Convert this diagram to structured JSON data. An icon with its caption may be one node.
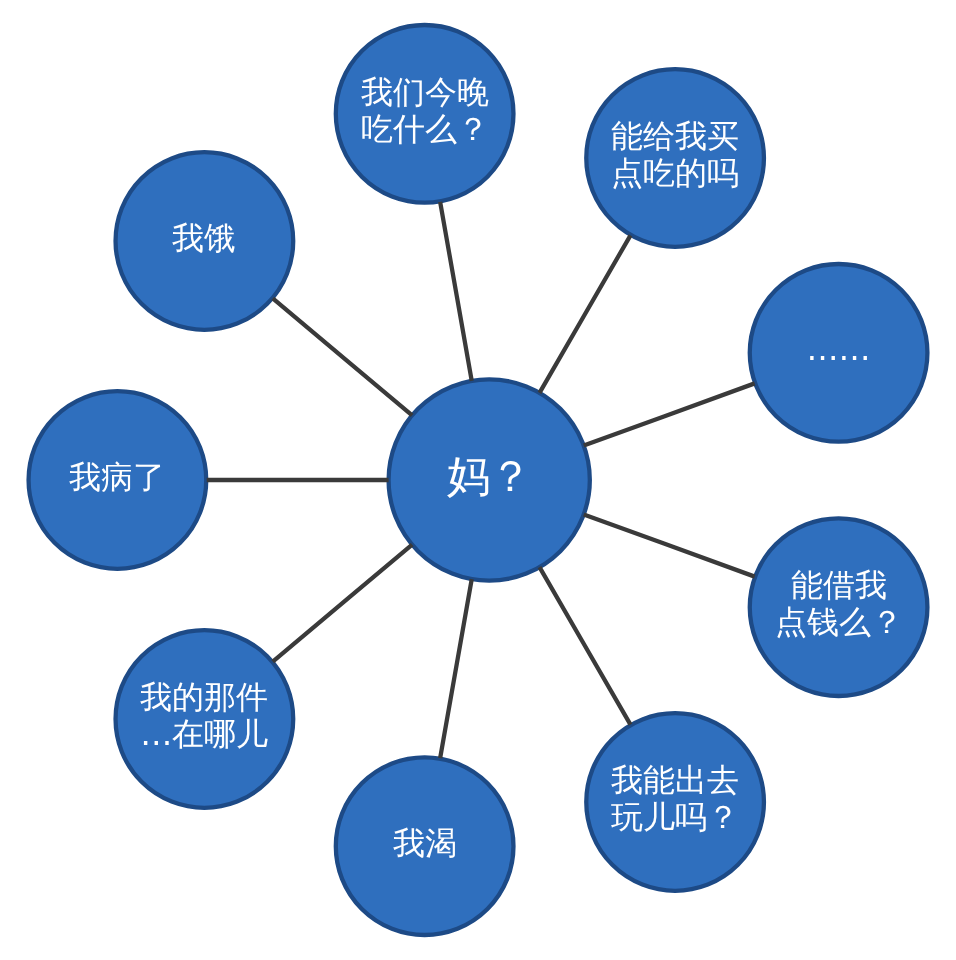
{
  "diagram": {
    "nodes": [
      {
        "text": [
          "妈？"
        ]
      },
      {
        "text": [
          "我们今晚吃什么？"
        ]
      },
      {
        "text": [
          "能给我买点吃的吗"
        ]
      },
      {
        "text": [
          "……"
        ]
      },
      {
        "text": [
          "能借我点钱么？"
        ]
      },
      {
        "text": [
          "我能出去玩儿吗？"
        ]
      },
      {
        "text": [
          "我渴"
        ]
      },
      {
        "text": [
          "我的那件…在哪儿"
        ]
      },
      {
        "text": [
          "我病了"
        ]
      },
      {
        "text": [
          "我饿"
        ]
      }
    ],
    "edges": [
      {
        "from": 0,
        "to": 1,
        "arrow": "none"
      },
      {
        "from": 0,
        "to": 2,
        "arrow": "none"
      },
      {
        "from": 0,
        "to": 3,
        "arrow": "none"
      },
      {
        "from": 0,
        "to": 4,
        "arrow": "none"
      },
      {
        "from": 0,
        "to": 5,
        "arrow": "none"
      },
      {
        "from": 0,
        "to": 6,
        "arrow": "none"
      },
      {
        "from": 0,
        "to": 7,
        "arrow": "none"
      },
      {
        "from": 0,
        "to": 8,
        "arrow": "none"
      },
      {
        "from": 0,
        "to": 9,
        "arrow": "none"
      }
    ]
  }
}
